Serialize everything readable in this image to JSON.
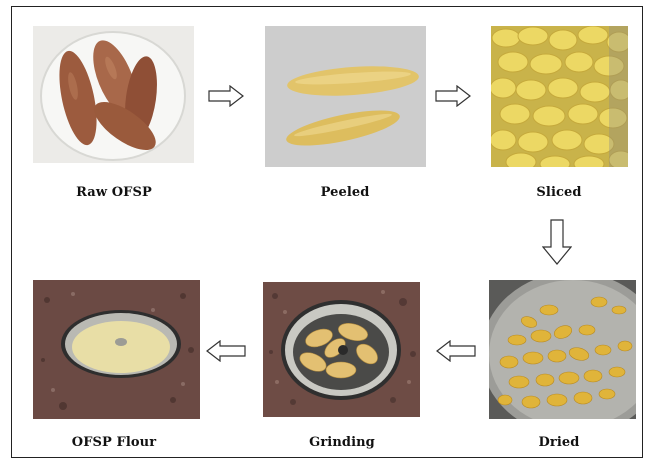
{
  "steps": [
    {
      "id": "raw",
      "label": "Raw OFSP"
    },
    {
      "id": "peeled",
      "label": "Peeled"
    },
    {
      "id": "sliced",
      "label": "Sliced"
    },
    {
      "id": "dried",
      "label": "Dried"
    },
    {
      "id": "grinding",
      "label": "Grinding"
    },
    {
      "id": "flour",
      "label": "OFSP Flour"
    }
  ],
  "flow": [
    {
      "from": "raw",
      "to": "peeled",
      "direction": "right"
    },
    {
      "from": "peeled",
      "to": "sliced",
      "direction": "right"
    },
    {
      "from": "sliced",
      "to": "dried",
      "direction": "down"
    },
    {
      "from": "dried",
      "to": "grinding",
      "direction": "left"
    },
    {
      "from": "grinding",
      "to": "flour",
      "direction": "left"
    }
  ],
  "colors": {
    "frame": "#222222",
    "arrow_stroke": "#333333",
    "sweet_potato_skin": "#9a5a3c",
    "peeled_flesh": "#e2c46a",
    "slice_yellow": "#e9d25a",
    "dried_chip": "#e0b43a",
    "flour": "#e8dea6",
    "granite": "#6b4a44"
  }
}
